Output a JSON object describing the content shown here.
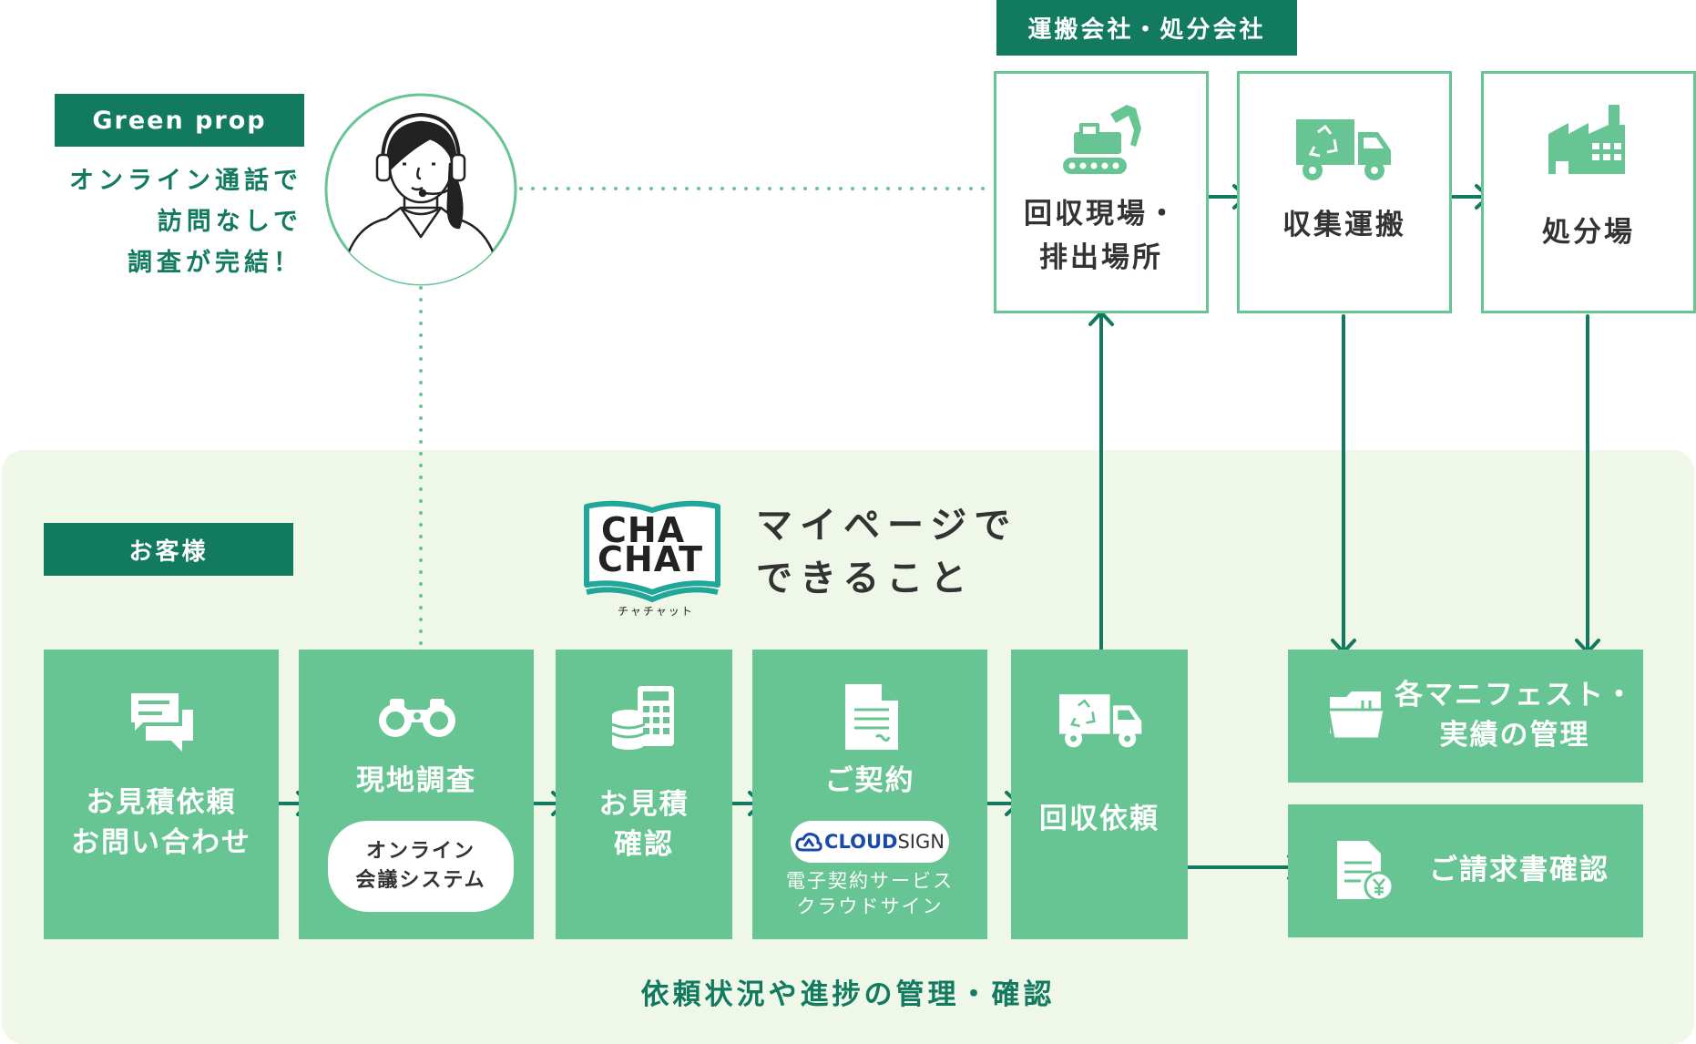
{
  "top": {
    "greenprop_tag": "Green prop",
    "greenprop_lines": [
      "オンライン通話で",
      "訪問なしで",
      "調査が完結！"
    ],
    "carrier_tag": "運搬会社・処分会社",
    "carrier_boxes": [
      {
        "icon": "excavator-icon",
        "lines": [
          "回収現場・",
          "排出場所"
        ]
      },
      {
        "icon": "recycle-truck-icon",
        "lines": [
          "収集運搬"
        ]
      },
      {
        "icon": "factory-icon",
        "lines": [
          "処分場"
        ]
      }
    ]
  },
  "customer_tag": "お客様",
  "logo": {
    "line1": "CHA",
    "line2": "CHAT",
    "kana": "チャチャット"
  },
  "mypage_heading": [
    "マイページで",
    "できること"
  ],
  "steps": [
    {
      "icon": "chat-bubbles-icon",
      "lines": [
        "お見積依頼",
        "お問い合わせ"
      ]
    },
    {
      "icon": "binoculars-icon",
      "lines": [
        "現地調査"
      ],
      "pill": [
        "オンライン",
        "会議システム"
      ]
    },
    {
      "icon": "calculator-icon",
      "lines": [
        "お見積",
        "確認"
      ]
    },
    {
      "icon": "document-icon",
      "lines": [
        "ご契約"
      ],
      "cloudsign": {
        "cloud": "CLOUD",
        "sign": "SIGN"
      },
      "sub": [
        "電子契約サービス",
        "クラウドサイン"
      ]
    },
    {
      "icon": "recycle-truck-icon",
      "lines": [
        "回収依頼"
      ]
    }
  ],
  "right_boxes": [
    {
      "icon": "folder-icon",
      "lines": [
        "各マニフェスト・",
        "実績の管理"
      ]
    },
    {
      "icon": "invoice-icon",
      "lines": [
        "ご請求書確認"
      ]
    }
  ],
  "footer": "依頼状況や進捗の管理・確認",
  "colors": {
    "dark_green": "#117a5f",
    "mid_green": "#67c593",
    "light_bg": "#eff7e8"
  }
}
